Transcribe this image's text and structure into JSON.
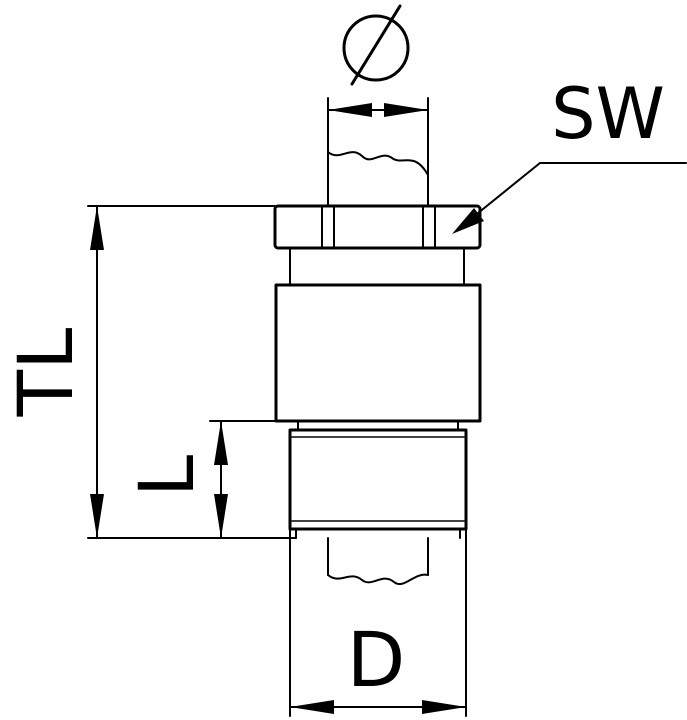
{
  "labels": {
    "sw": "SW",
    "tl": "TL",
    "l": "L",
    "d": "D"
  },
  "symbols": {
    "diameter": "diameter-symbol"
  },
  "colors": {
    "line": "#000000",
    "background": "#ffffff"
  }
}
